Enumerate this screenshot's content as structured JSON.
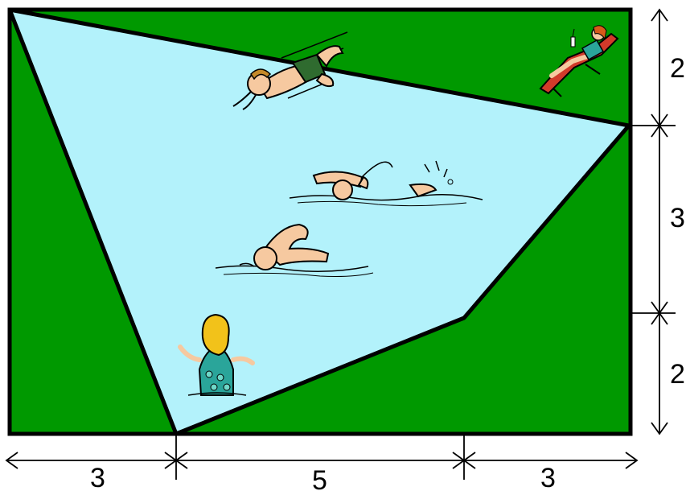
{
  "colors": {
    "lawn": "#009900",
    "pool": "#b3f2fb",
    "outline": "#000000",
    "skin": "#f6c9a0",
    "hair_blonde": "#f2c21a",
    "trunks": "#2f6b2f",
    "swimsuit": "#2aa59a",
    "chair": "#d23a2a"
  },
  "dimensions": {
    "right_top": "2",
    "right_middle": "3",
    "right_bottom": "2",
    "bottom_left": "3",
    "bottom_middle": "5",
    "bottom_right": "3"
  },
  "figures": [
    {
      "name": "diver",
      "icon": "diving-man-icon"
    },
    {
      "name": "sunbather",
      "icon": "sunbathing-woman-icon"
    },
    {
      "name": "front-crawl-swimmer",
      "icon": "swimmer-icon"
    },
    {
      "name": "breaststroke-swimmer",
      "icon": "swimmer-icon"
    },
    {
      "name": "wading-woman",
      "icon": "wading-woman-icon"
    }
  ]
}
